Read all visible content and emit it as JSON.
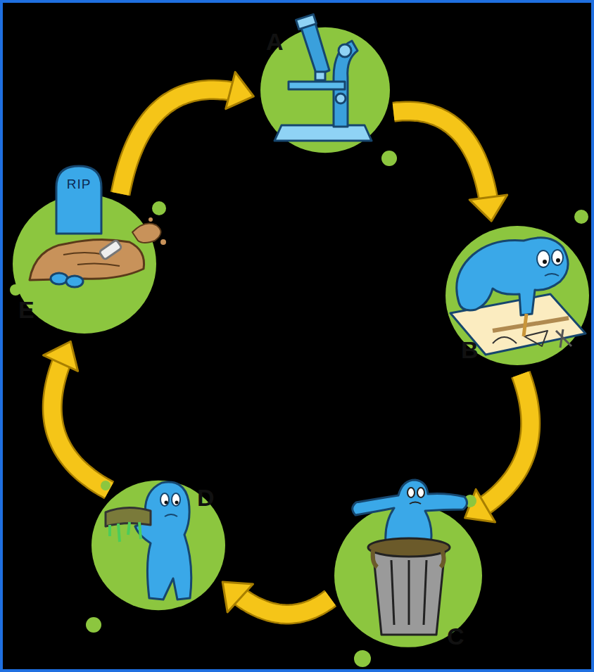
{
  "diagram": {
    "nodes": [
      {
        "text": [
          "A"
        ]
      },
      {
        "text": [
          "B"
        ]
      },
      {
        "text": [
          "C"
        ]
      },
      {
        "text": [
          "D"
        ]
      },
      {
        "text": [
          "E"
        ]
      }
    ],
    "edges": [
      {
        "from": 0,
        "to": 1,
        "arrow": "to"
      },
      {
        "from": 1,
        "to": 2,
        "arrow": "to"
      },
      {
        "from": 2,
        "to": 3,
        "arrow": "to"
      },
      {
        "from": 3,
        "to": 4,
        "arrow": "to"
      },
      {
        "from": 4,
        "to": 0,
        "arrow": "to"
      }
    ],
    "labels": [
      "RIP"
    ]
  }
}
